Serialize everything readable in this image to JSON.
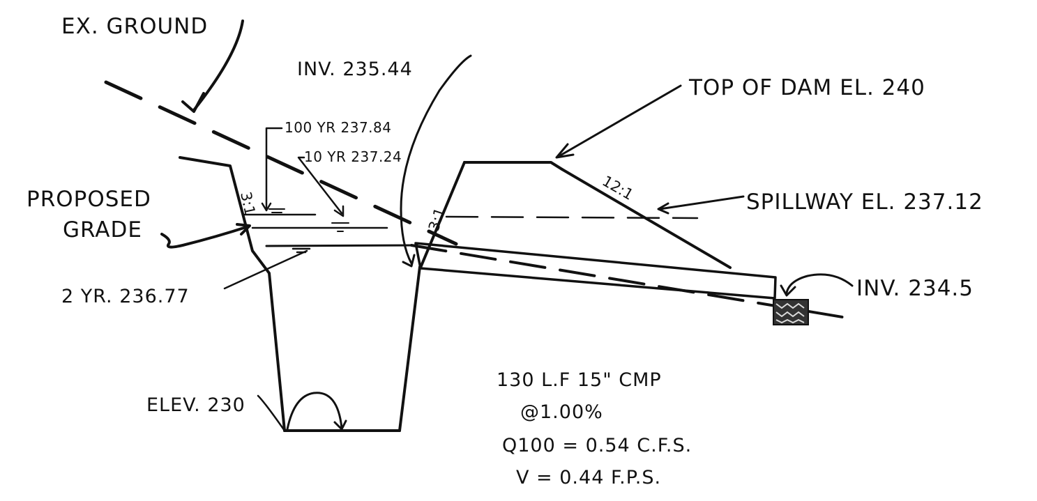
{
  "labels": {
    "ex_ground": "EX. GROUND",
    "inv_in": "INV. 235.44",
    "top_of_dam": "TOP OF DAM EL. 240",
    "yr100": "100 YR 237.84",
    "yr10": "10 YR 237.24",
    "proposed": "PROPOSED",
    "grade": "GRADE",
    "spillway": "SPILLWAY EL. 237.12",
    "yr2": "2 YR. 236.77",
    "inv_out": "INV. 234.5",
    "elev": "ELEV. 230",
    "pipe": "130 L.F 15\" CMP",
    "slope_pct": "@1.00%",
    "q100": "Q100 = 0.54 C.F.S.",
    "vel": "V = 0.44 F.P.S."
  },
  "slopes": {
    "left_bank": "3:1",
    "mid_bank": "3:1",
    "dam_face": "12:1"
  }
}
